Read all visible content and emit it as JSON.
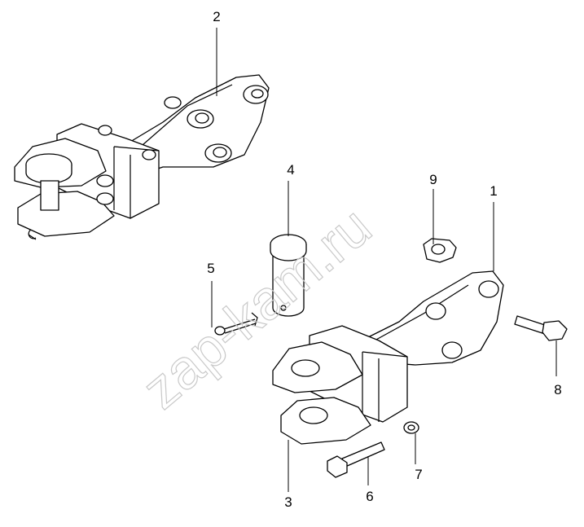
{
  "watermark": "zap-kam.ru",
  "callouts": [
    {
      "id": "1",
      "label": "1"
    },
    {
      "id": "2",
      "label": "2"
    },
    {
      "id": "3",
      "label": "3"
    },
    {
      "id": "4",
      "label": "4"
    },
    {
      "id": "5",
      "label": "5"
    },
    {
      "id": "6",
      "label": "6"
    },
    {
      "id": "7",
      "label": "7"
    },
    {
      "id": "8",
      "label": "8"
    },
    {
      "id": "9",
      "label": "9"
    }
  ],
  "colors": {
    "line": "#000000",
    "background": "#ffffff",
    "watermark": "#c9c9c9"
  }
}
